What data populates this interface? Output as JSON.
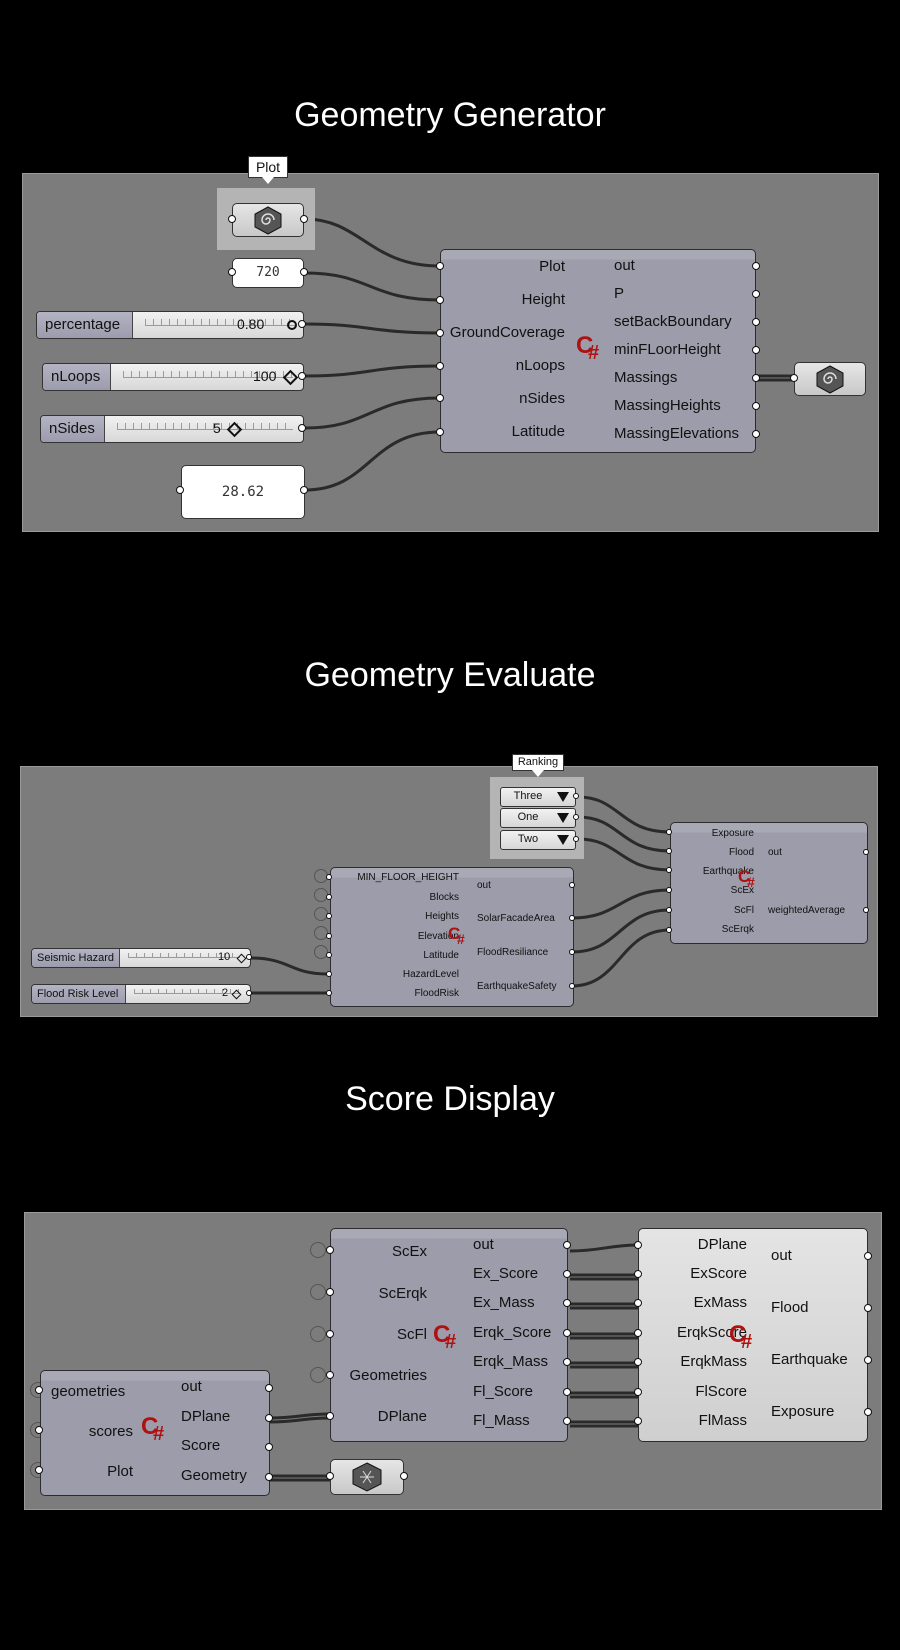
{
  "sections": {
    "generator": {
      "title": "Geometry Generator"
    },
    "evaluate": {
      "title": "Geometry Evaluate"
    },
    "display": {
      "title": "Score Display"
    }
  },
  "generator": {
    "plot_tag": "Plot",
    "height_value": "720",
    "latitude_value": "28.62",
    "sliders": [
      {
        "name": "percentage",
        "value": "0.80",
        "marker": "circle"
      },
      {
        "name": "nLoops",
        "value": "100",
        "marker": "diamond"
      },
      {
        "name": "nSides",
        "value": "5",
        "marker": "diamond"
      }
    ],
    "component": {
      "inputs": [
        "Plot",
        "Height",
        "GroundCoverage",
        "nLoops",
        "nSides",
        "Latitude"
      ],
      "outputs": [
        "out",
        "P",
        "setBackBoundary",
        "minFLoorHeight",
        "Massings",
        "MassingHeights",
        "MassingElevations"
      ]
    }
  },
  "evaluate": {
    "ranking_tag": "Ranking",
    "dropdowns": [
      "Three",
      "One",
      "Two"
    ],
    "sliders": [
      {
        "name": "Seismic Hazard",
        "value": "10"
      },
      {
        "name": "Flood Risk Level",
        "value": "2"
      }
    ],
    "component_a": {
      "inputs": [
        "MIN_FLOOR_HEIGHT",
        "Blocks",
        "Heights",
        "Elevation",
        "Latitude",
        "HazardLevel",
        "FloodRisk"
      ],
      "outputs": [
        "out",
        "SolarFacadeArea",
        "FloodResiliance",
        "EarthquakeSafety"
      ]
    },
    "component_b": {
      "inputs": [
        "Exposure",
        "Flood",
        "Earthquake",
        "ScEx",
        "ScFl",
        "ScErqk"
      ],
      "outputs": [
        "out",
        "weightedAverage"
      ]
    }
  },
  "display": {
    "component_left": {
      "inputs": [
        "geometries",
        "scores",
        "Plot"
      ],
      "outputs": [
        "out",
        "DPlane",
        "Score",
        "Geometry"
      ]
    },
    "component_mid": {
      "inputs": [
        "ScEx",
        "ScErqk",
        "ScFl",
        "Geometries",
        "DPlane"
      ],
      "outputs": [
        "out",
        "Ex_Score",
        "Ex_Mass",
        "Erqk_Score",
        "Erqk_Mass",
        "Fl_Score",
        "Fl_Mass"
      ]
    },
    "component_right": {
      "inputs": [
        "DPlane",
        "ExScore",
        "ExMass",
        "ErqkScore",
        "ErqkMass",
        "FlScore",
        "FlMass"
      ],
      "outputs": [
        "out",
        "Flood",
        "Earthquake",
        "Exposure"
      ]
    }
  },
  "icons": {
    "csharp": "csharp-script-icon",
    "geometry_param": "spiral-geometry-icon",
    "mesh_param": "mesh-param-icon"
  },
  "colors": {
    "canvas": "#7c7c7c",
    "component": "#9c9caa",
    "csharp_mark": "#b01010",
    "background": "#000000"
  }
}
